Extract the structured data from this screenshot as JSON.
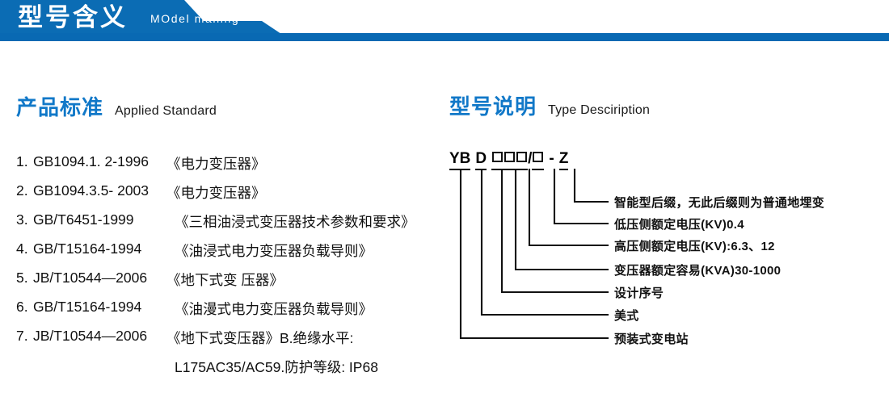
{
  "banner": {
    "title": "型号含义",
    "subtitle": "MOdel maning",
    "bar_color": "#0969B3",
    "fill_color": "#0B6CB4"
  },
  "accent_color": "#1178C8",
  "sections": {
    "applied_standard": {
      "title_cn": "产品标准",
      "title_en": "Applied Standard",
      "items": [
        {
          "num": "1.",
          "code": "GB1094.1. 2-1996",
          "name": "《电力变压器》"
        },
        {
          "num": "2.",
          "code": "GB1094.3.5- 2003",
          "name": "《电力变压器》"
        },
        {
          "num": "3.",
          "code": "GB/T6451-1999",
          "name": "《三相油浸式变压器技术参数和要求》"
        },
        {
          "num": "4.",
          "code": "GB/T15164-1994",
          "name": "《油浸式电力变压器负载导则》"
        },
        {
          "num": "5.",
          "code": "JB/T10544—2006",
          "name": "《地下式变 压器》"
        },
        {
          "num": "6.",
          "code": "GB/T15164-1994",
          "name": "《油漫式电力变压器负载导则》"
        },
        {
          "num": "7.",
          "code": "JB/T10544—2006",
          "name": "《地下式变压器》B.绝缘水平:"
        }
      ],
      "continuation": "L175AC35/AC59.防护等级: IP68"
    },
    "type_description": {
      "title_cn": "型号说明",
      "title_en": "Type Desciription",
      "code": {
        "yb": "YB",
        "d": "D",
        "slash": "/",
        "dash": "-",
        "z": "Z",
        "box_glyph": "□"
      },
      "labels": [
        {
          "text": "智能型后缀，无此后缀则为普通地埋变"
        },
        {
          "text": "低压侧额定电压(KV)0.4"
        },
        {
          "text": "高压侧额定电压(KV):6.3、12"
        },
        {
          "text": "变压器额定容易(KVA)30-1000"
        },
        {
          "text": "设计序号"
        },
        {
          "text": "美式"
        },
        {
          "text": "预装式变电站"
        }
      ]
    }
  }
}
